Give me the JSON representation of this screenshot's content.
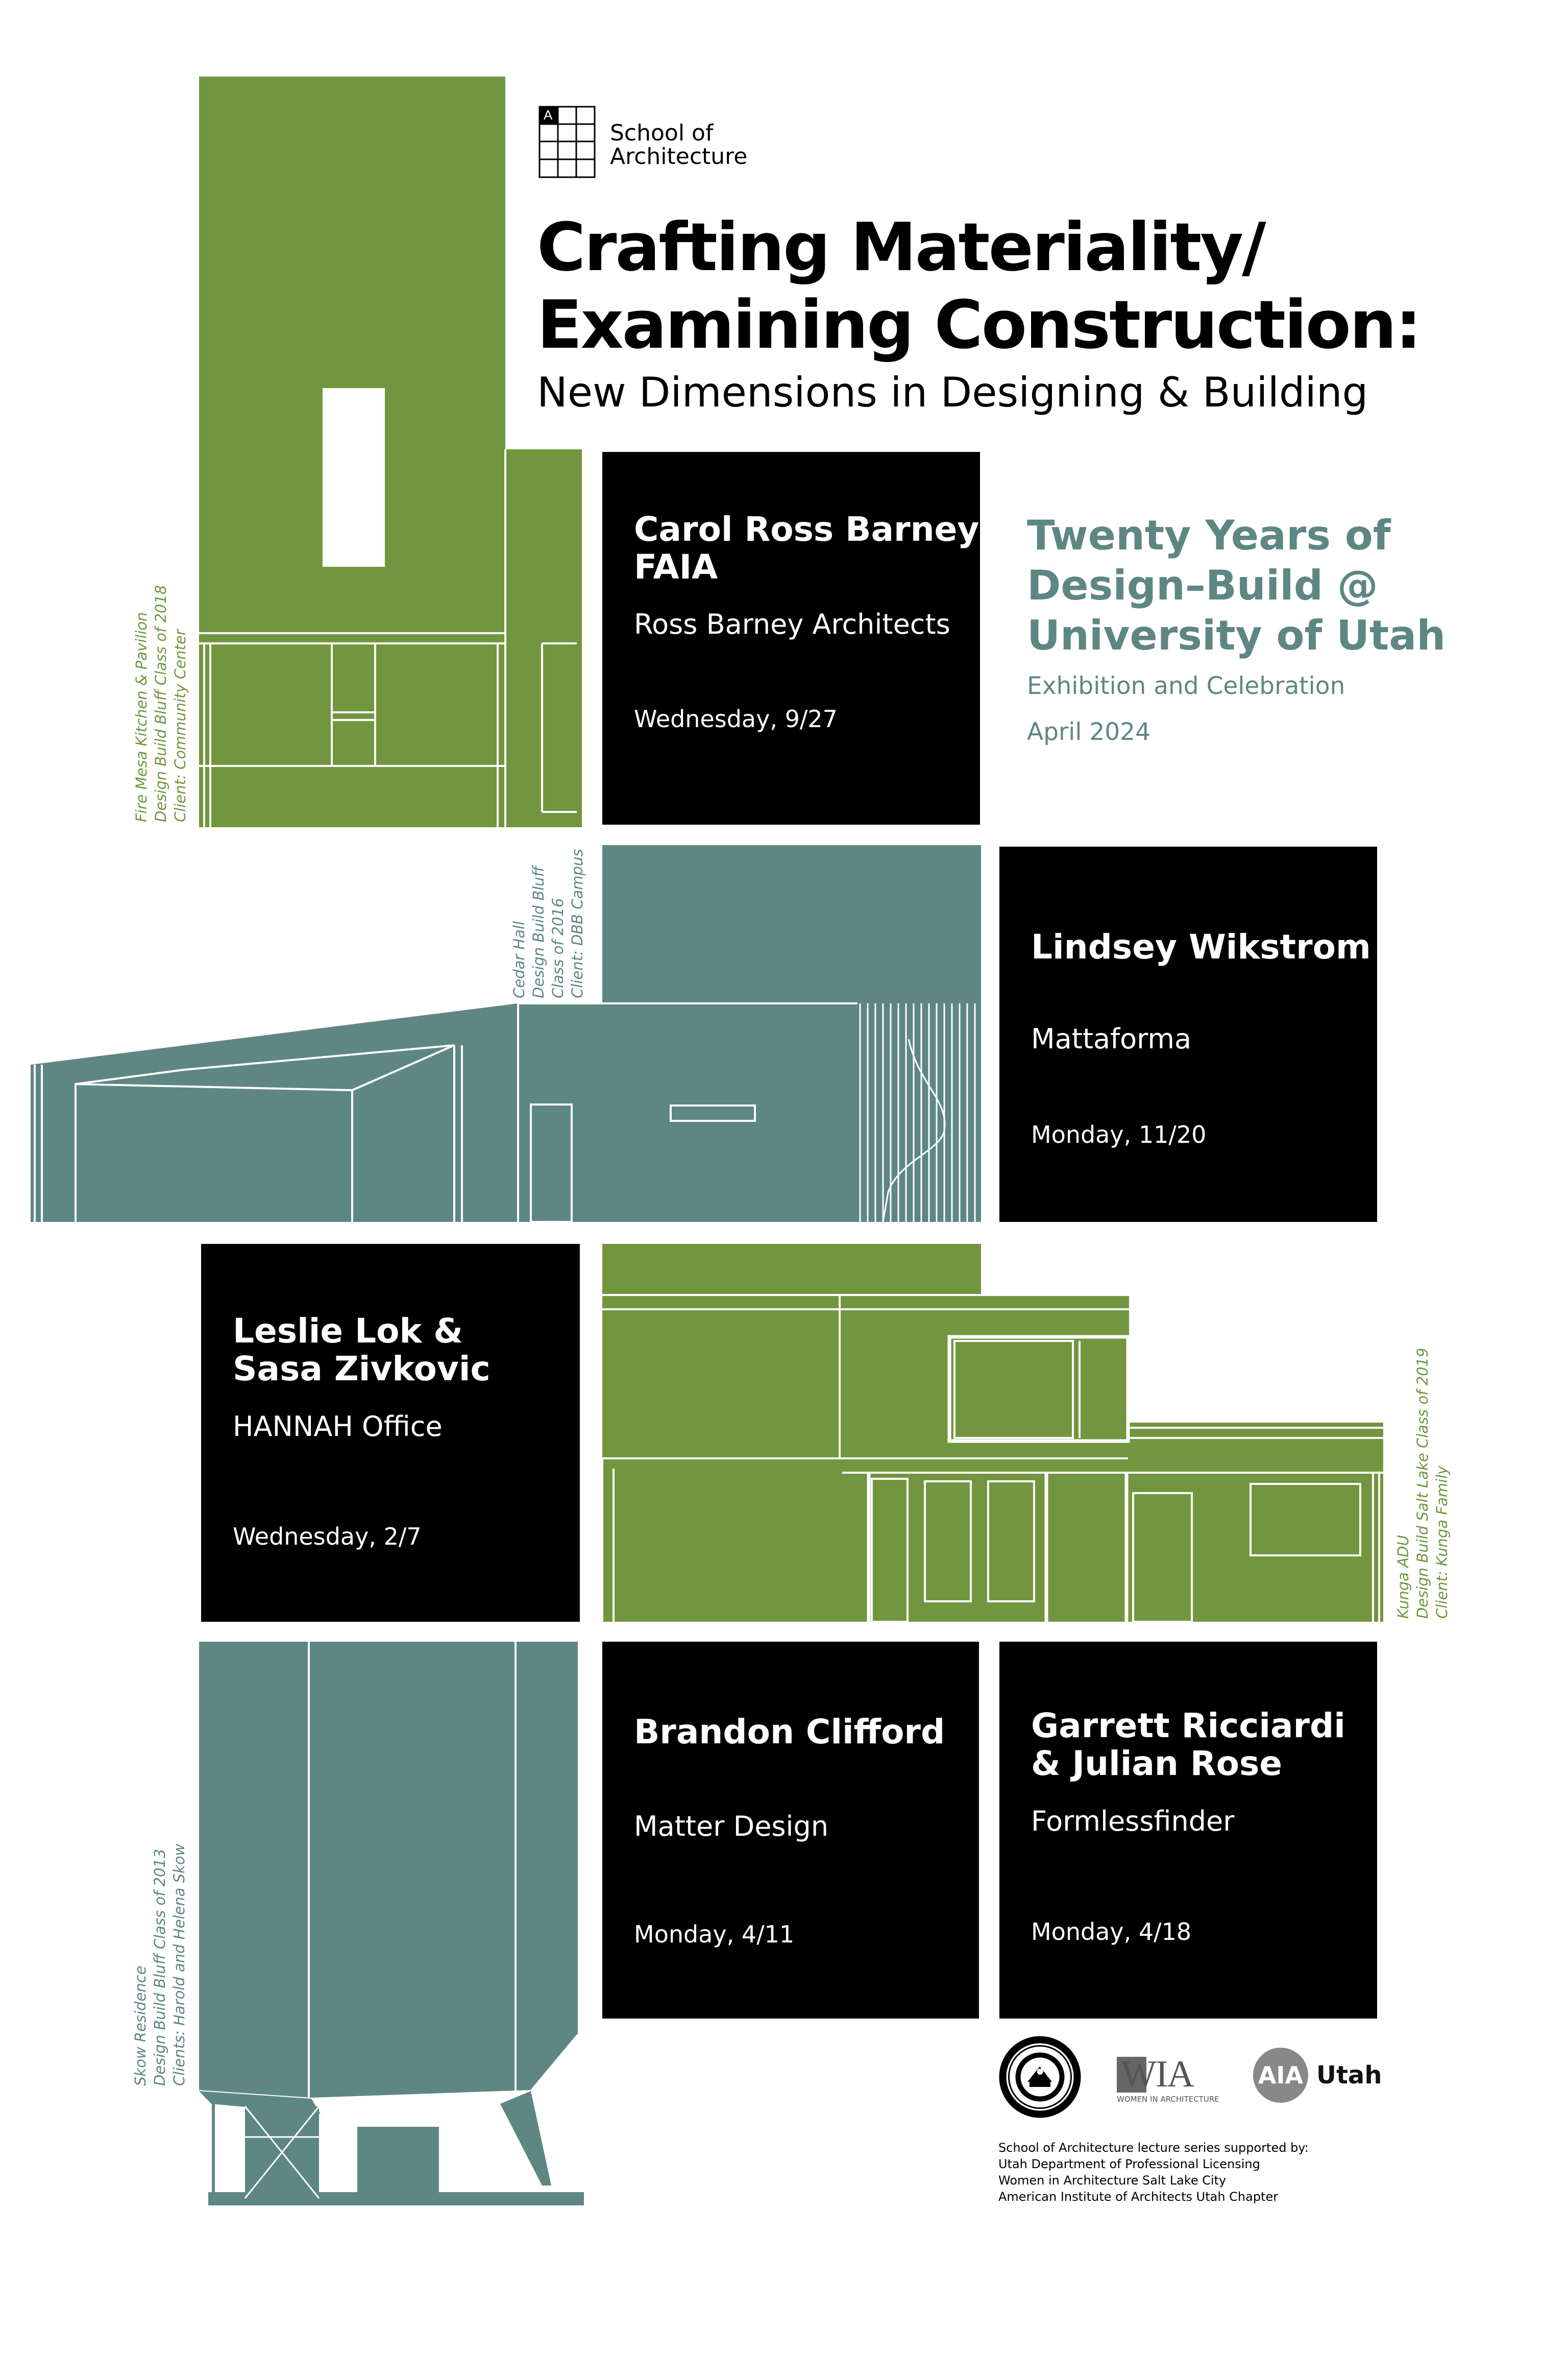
{
  "school": {
    "logo_letter": "A",
    "line1": "School of",
    "line2": "Architecture"
  },
  "title": {
    "line1": "Crafting Materiality/",
    "line2": "Examining Construction:",
    "subtitle": "New Dimensions in Designing & Building"
  },
  "event": {
    "line1": "Twenty Years of",
    "line2": "Design–Build @",
    "line3": "University of Utah",
    "kind": "Exhibition and Celebration",
    "date": "April 2024",
    "color": "#5e8784"
  },
  "lectures": [
    {
      "name1": "Carol Ross Barney",
      "name2": "FAIA",
      "firm": "Ross Barney Architects",
      "date": "Wednesday, 9/27"
    },
    {
      "name1": "Lindsey Wikstrom",
      "name2": "",
      "firm": "Mattaforma",
      "date": "Monday,  11/20"
    },
    {
      "name1": "Leslie Lok &",
      "name2": "Sasa Zivkovic",
      "firm": "HANNAH Office",
      "date": "Wednesday, 2/7"
    },
    {
      "name1": "Brandon Clifford",
      "name2": "",
      "firm": "Matter Design",
      "date": "Monday,  4/11"
    },
    {
      "name1": "Garrett Ricciardi",
      "name2": "& Julian Rose",
      "firm": "Formlessfinder",
      "date": "Monday, 4/18"
    }
  ],
  "captions": {
    "fire_mesa": [
      "Fire Mesa Kitchen & Pavilion",
      "Design Build Bluff Class of 2018",
      "Client: Community Center"
    ],
    "cedar_hall": [
      "Cedar Hall",
      "Design Build Bluff",
      "Class of 2016",
      "Client: DBB Campus"
    ],
    "kunga": [
      "Kunga ADU",
      "Design Build Salt Lake Class of 2019",
      "Client: Kunga Family"
    ],
    "skow": [
      "Skow Residence",
      "Design Build Bluff Class of 2013",
      "Clients: Harold and Helena Skow"
    ]
  },
  "colors": {
    "green": "#72963f",
    "teal": "#5e8784",
    "black": "#000000"
  },
  "sponsors": {
    "logos": [
      "state-seal",
      "WIA",
      "AIA"
    ],
    "wia_text": "WIA",
    "wia_sub": "WOMEN IN ARCHITECTURE",
    "aia_text": "AIA",
    "aia_utah": "Utah",
    "lines": [
      "School of Architecture lecture series supported by:",
      "Utah Department of Professional Licensing",
      "Women in Architecture Salt Lake City",
      "American Institute of Architects Utah Chapter"
    ]
  }
}
